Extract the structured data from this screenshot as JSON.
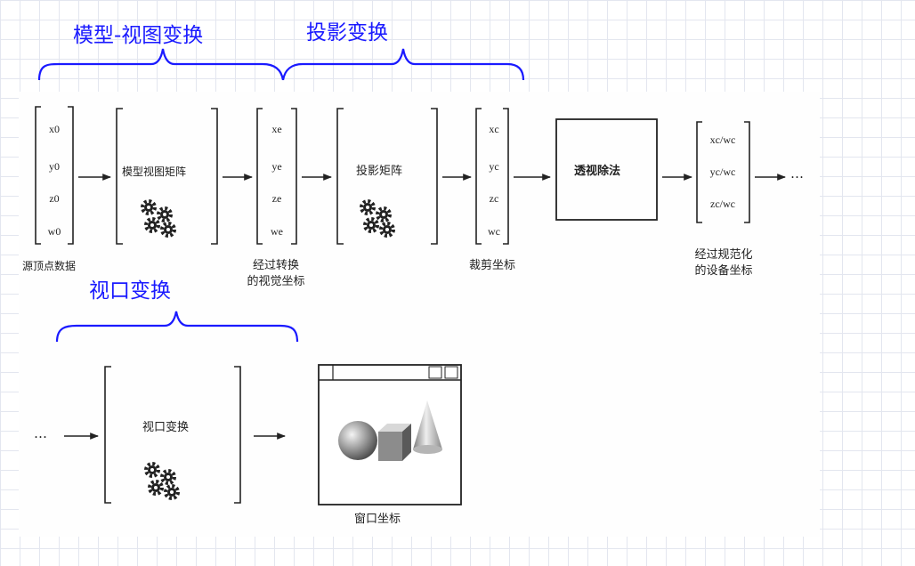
{
  "stage_labels": {
    "modelview": "模型-视图变换",
    "projection": "投影变换",
    "viewport": "视口变换"
  },
  "source": {
    "vector": [
      "x0",
      "y0",
      "z0",
      "w0"
    ],
    "label": "源顶点数据"
  },
  "modelview_matrix": "模型视图矩阵",
  "eye": {
    "vector": [
      "xe",
      "ye",
      "ze",
      "we"
    ],
    "label_lines": [
      "经过转换",
      "的视觉坐标"
    ]
  },
  "projection_matrix": "投影矩阵",
  "clip": {
    "vector": [
      "xc",
      "yc",
      "zc",
      "wc"
    ],
    "label": "裁剪坐标"
  },
  "perspective_divide": "透视除法",
  "ndc": {
    "vector": [
      "xc/wc",
      "yc/wc",
      "zc/wc"
    ],
    "label_lines": [
      "经过规范化",
      "的设备坐标"
    ]
  },
  "ellipsis": "…",
  "viewport_transform": "视口变换",
  "window": {
    "label": "窗口坐标",
    "buttons": [
      "–",
      "✕"
    ]
  },
  "colors": {
    "accent_blue": "#1a1aff",
    "ink": "#222222",
    "grid": "#e3e6ef"
  },
  "icons": [
    "gears-icon",
    "window-icon",
    "sphere-icon",
    "cube-icon",
    "cone-icon"
  ]
}
